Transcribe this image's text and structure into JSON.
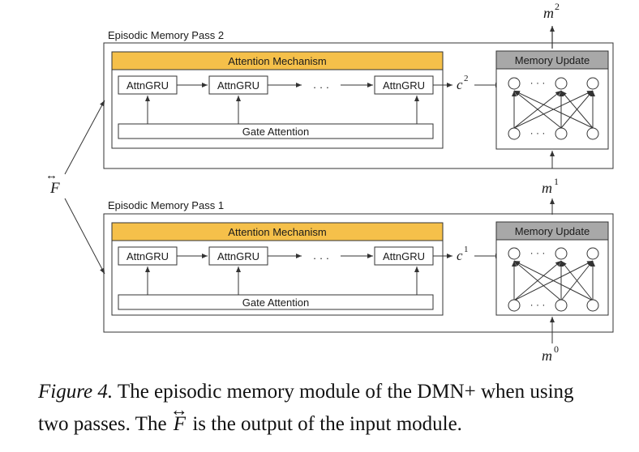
{
  "diagram": {
    "input_label": "F",
    "passes": [
      {
        "title": "Episodic Memory Pass 2",
        "attention_header": "Attention Mechanism",
        "gru_cells": [
          "AttnGRU",
          "AttnGRU",
          "AttnGRU"
        ],
        "ellipsis": "· · ·",
        "gate_label": "Gate Attention",
        "context_label": "c",
        "context_sup": "2",
        "memory_update_header": "Memory Update",
        "memory_in_label": "m",
        "memory_in_sup": "1",
        "memory_out_label": "m",
        "memory_out_sup": "2"
      },
      {
        "title": "Episodic Memory Pass 1",
        "attention_header": "Attention Mechanism",
        "gru_cells": [
          "AttnGRU",
          "AttnGRU",
          "AttnGRU"
        ],
        "ellipsis": "· · ·",
        "gate_label": "Gate Attention",
        "context_label": "c",
        "context_sup": "1",
        "memory_update_header": "Memory Update",
        "memory_in_label": "m",
        "memory_in_sup": "0",
        "memory_out_label": "m",
        "memory_out_sup": "1"
      }
    ],
    "colors": {
      "attention_header": "#f5c04a",
      "memory_update_header": "#a8a8a8",
      "line": "#333333"
    }
  },
  "caption": {
    "label": "Figure 4.",
    "line1_text": " The episodic memory module of the DMN+ when using",
    "line2_pre": "two passes. The ",
    "symbol": "F",
    "line2_post": " is the output of the input module."
  }
}
